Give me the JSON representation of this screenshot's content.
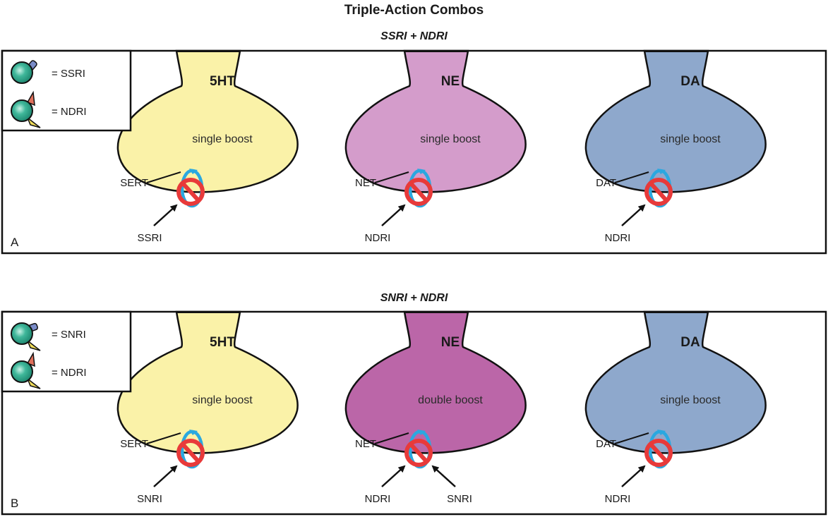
{
  "title": "Triple-Action Combos",
  "panels": [
    {
      "letter": "A",
      "subtitle": "SSRI + NDRI",
      "legend": [
        {
          "icon": "ssri-drug-icon",
          "label": "= SSRI"
        },
        {
          "icon": "ndri-drug-icon",
          "label": "= NDRI"
        }
      ],
      "neurons": [
        {
          "neurotransmitter": "5HT",
          "boost": "single boost",
          "color": "#faf2a8",
          "transporter": "SERT",
          "drugs": [
            "SSRI"
          ]
        },
        {
          "neurotransmitter": "NE",
          "boost": "single boost",
          "color": "#d49ccb",
          "transporter": "NET",
          "drugs": [
            "NDRI"
          ]
        },
        {
          "neurotransmitter": "DA",
          "boost": "single boost",
          "color": "#8ea8cc",
          "transporter": "DAT",
          "drugs": [
            "NDRI"
          ]
        }
      ]
    },
    {
      "letter": "B",
      "subtitle": "SNRI + NDRI",
      "legend": [
        {
          "icon": "snri-drug-icon",
          "label": "= SNRI"
        },
        {
          "icon": "ndri-drug-icon",
          "label": "= NDRI"
        }
      ],
      "neurons": [
        {
          "neurotransmitter": "5HT",
          "boost": "single boost",
          "color": "#faf2a8",
          "transporter": "SERT",
          "drugs": [
            "SNRI"
          ]
        },
        {
          "neurotransmitter": "NE",
          "boost": "double boost",
          "color": "#bb66a8",
          "transporter": "NET",
          "drugs": [
            "NDRI",
            "SNRI"
          ]
        },
        {
          "neurotransmitter": "DA",
          "boost": "single boost",
          "color": "#8ea8cc",
          "transporter": "DAT",
          "drugs": [
            "NDRI"
          ]
        }
      ]
    }
  ],
  "colors": {
    "transporter_ring": "#2aa8e0",
    "block_symbol": "#e83a3a",
    "drug_sphere": "#2fa88e",
    "ssri_stick": "#7a8cc8",
    "ndri_red": "#e0705c",
    "ndri_yellow": "#f0dc5a"
  }
}
